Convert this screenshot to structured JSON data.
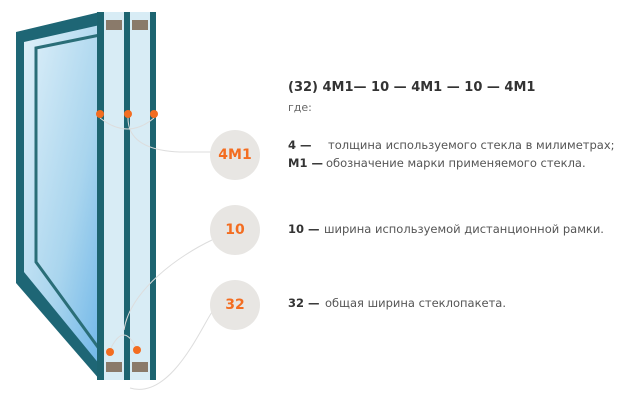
{
  "formula": "(32) 4M1— 10 — 4M1 — 10 — 4M1",
  "where": "где:",
  "badges": [
    "4M1",
    "10",
    "32"
  ],
  "legend": [
    {
      "key": "4 —",
      "text": "толщина используемого стекла в милиметрах;"
    },
    {
      "key": "M1 —",
      "text": "обозначение марки применяемого стекла."
    },
    {
      "key": "10 —",
      "text": "ширина используемой дистанционной рамки."
    },
    {
      "key": "32 —",
      "text": "общая ширина стеклопакета."
    }
  ],
  "colors": {
    "accent": "#f36d21",
    "frame": "#1d6470",
    "glass": "#bfe0f2",
    "badge": "#e8e6e3"
  }
}
